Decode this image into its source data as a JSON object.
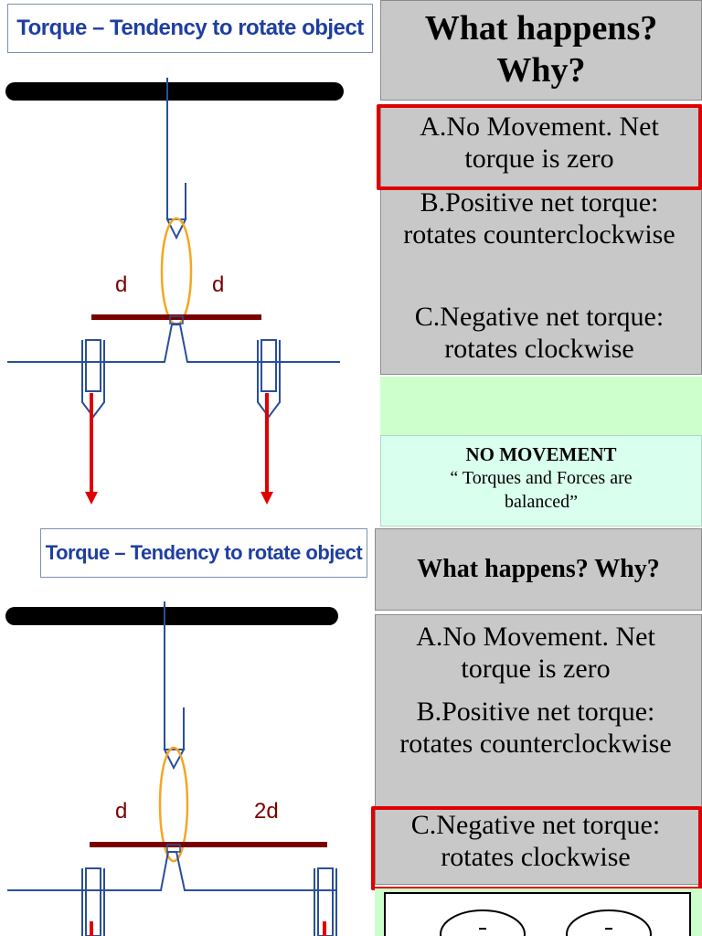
{
  "slide1": {
    "title": "Torque – Tendency to rotate object",
    "question": "What happens? Why?",
    "options": [
      "A.No Movement. Net torque is zero",
      "B.Positive net torque: rotates counterclockwise",
      "C.Negative net torque: rotates clockwise"
    ],
    "label_left": "d",
    "label_right": "d",
    "answer_heading": "NO MOVEMENT",
    "answer_text": "“ Torques and Forces are balanced”"
  },
  "slide2": {
    "title": "Torque – Tendency to rotate object",
    "question": "What happens? Why?",
    "options": [
      "A.No Movement. Net torque is zero",
      "B.Positive net torque: rotates counterclockwise",
      "C.Negative net torque: rotates clockwise"
    ],
    "label_left": "d",
    "label_right": "2d"
  },
  "colors": {
    "title_text": "#1f3fa0",
    "bar": "#7a0000",
    "string": "#2a4f9a",
    "pivot": "#f5a623",
    "force_arrow": "#e00000",
    "highlight": "#e00000",
    "answer_bg": "#d9ffee",
    "green_panel": "#ccffcc"
  }
}
